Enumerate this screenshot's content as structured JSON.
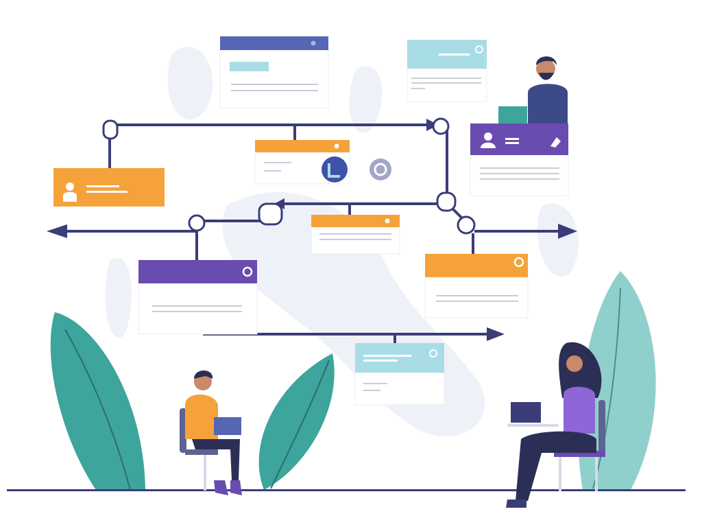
{
  "illustration": {
    "colors": {
      "background": "#ffffff",
      "blob": "#eef2f8",
      "line": "#3b3d78",
      "orange": "#f5a23a",
      "purple": "#6a4cb0",
      "blue_header": "#5466b4",
      "light_blue": "#a8dde6",
      "teal": "#3da59c",
      "light_teal": "#90d0cc",
      "card_line": "#c9ccd8"
    },
    "icons": [
      "user-icon",
      "lightbulb-icon",
      "cursor-icon",
      "target-icon",
      "arrow-icon"
    ],
    "people": [
      "man-with-laptop-top-right",
      "boy-with-laptop-sitting",
      "woman-with-laptop-sitting"
    ]
  }
}
